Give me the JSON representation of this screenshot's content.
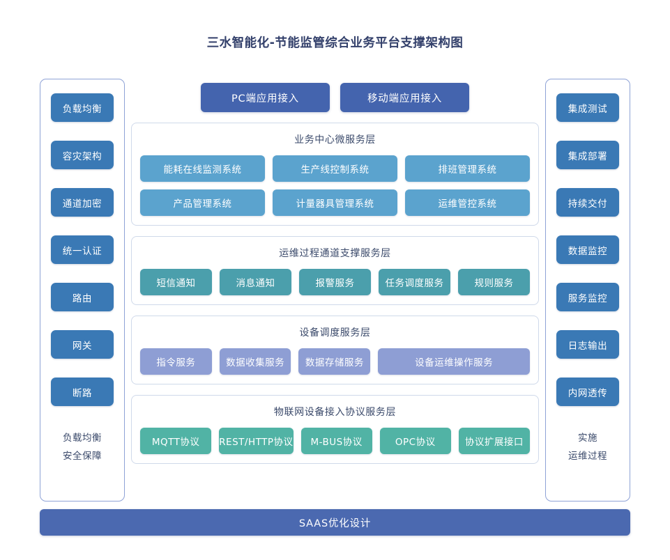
{
  "title": "三水智能化-节能监管综合业务平台支撑架构图",
  "left_column": {
    "buttons": [
      {
        "label": "负载均衡"
      },
      {
        "label": "容灾架构"
      },
      {
        "label": "通道加密"
      },
      {
        "label": "统一认证"
      },
      {
        "label": "路由"
      },
      {
        "label": "网关"
      },
      {
        "label": "断路"
      }
    ],
    "caption_line1": "负载均衡",
    "caption_line2": "安全保障"
  },
  "right_column": {
    "buttons": [
      {
        "label": "集成测试"
      },
      {
        "label": "集成部署"
      },
      {
        "label": "持续交付"
      },
      {
        "label": "数据监控"
      },
      {
        "label": "服务监控"
      },
      {
        "label": "日志输出"
      },
      {
        "label": "内网透传"
      }
    ],
    "caption_line1": "实施",
    "caption_line2": "运维过程"
  },
  "entry_buttons": [
    {
      "label": "PC端应用接入"
    },
    {
      "label": "移动端应用接入"
    }
  ],
  "layers": [
    {
      "id": "business",
      "title": "业务中心微服务层",
      "color": "#5ba3ce",
      "rows": [
        [
          {
            "label": "能耗在线监测系统"
          },
          {
            "label": "生产线控制系统"
          },
          {
            "label": "排班管理系统"
          }
        ],
        [
          {
            "label": "产品管理系统"
          },
          {
            "label": "计量器具管理系统"
          },
          {
            "label": "运维管控系统"
          }
        ]
      ]
    },
    {
      "id": "ops",
      "title": "运维过程通道支撑服务层",
      "color": "#4b9fac",
      "rows": [
        [
          {
            "label": "短信通知"
          },
          {
            "label": "消息通知"
          },
          {
            "label": "报警服务"
          },
          {
            "label": "任务调度服务"
          },
          {
            "label": "规则服务"
          }
        ]
      ]
    },
    {
      "id": "device",
      "title": "设备调度服务层",
      "color": "#8e9ed4",
      "rows": [
        [
          {
            "label": "指令服务"
          },
          {
            "label": "数据收集服务"
          },
          {
            "label": "数据存储服务"
          },
          {
            "label": "设备运维操作服务",
            "wide": true
          }
        ]
      ]
    },
    {
      "id": "iot",
      "title": "物联网设备接入协议服务层",
      "color": "#51b3a5",
      "rows": [
        [
          {
            "label": "MQTT协议"
          },
          {
            "label": "REST/HTTP协议"
          },
          {
            "label": "M-BUS协议"
          },
          {
            "label": "OPC协议"
          },
          {
            "label": "协议扩展接口"
          }
        ]
      ]
    }
  ],
  "bottom_bar": {
    "label": "SAAS优化设计"
  },
  "colors": {
    "title": "#33406b",
    "side_button": "#3a79b5",
    "entry_button": "#4464ae",
    "bottom_bar": "#4b69b0",
    "panel_border": "#cfd9ea",
    "side_border": "#8ea2d6",
    "background": "#ffffff"
  }
}
